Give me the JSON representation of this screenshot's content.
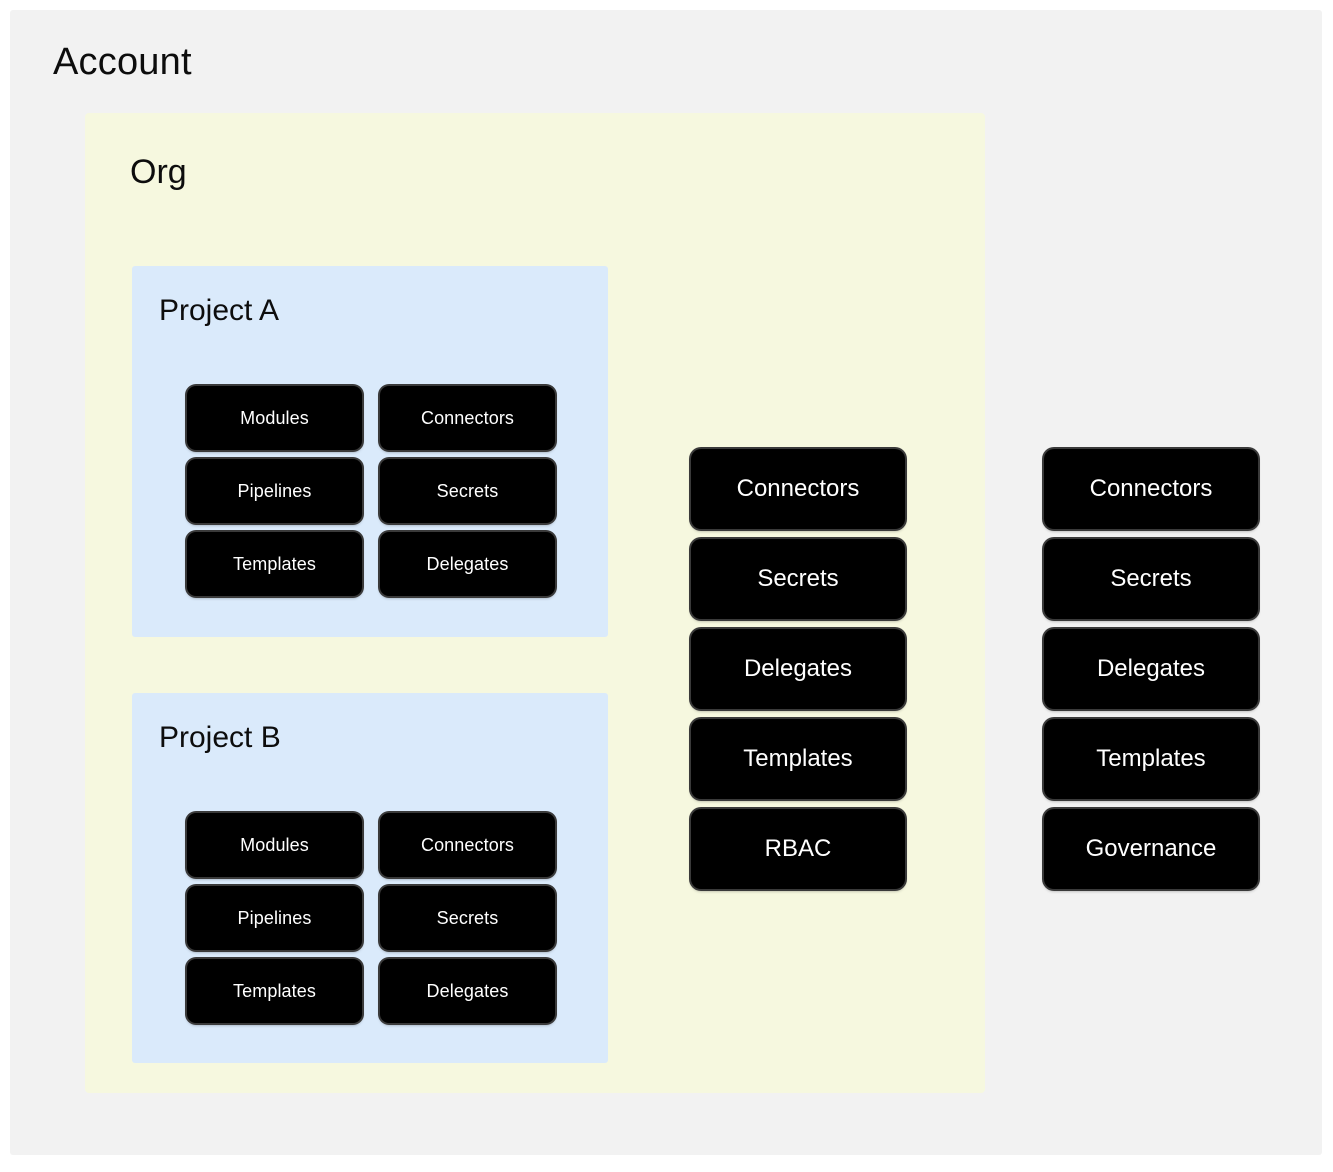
{
  "diagram": {
    "account": {
      "title": "Account",
      "background_color": "#f2f2f2"
    },
    "org": {
      "title": "Org",
      "background_color": "#f6f8df"
    },
    "projects": [
      {
        "title": "Project A",
        "background_color": "#daeafb",
        "items": [
          "Modules",
          "Connectors",
          "Pipelines",
          "Secrets",
          "Templates",
          "Delegates"
        ]
      },
      {
        "title": "Project B",
        "background_color": "#daeafb",
        "items": [
          "Modules",
          "Connectors",
          "Pipelines",
          "Secrets",
          "Templates",
          "Delegates"
        ]
      }
    ],
    "org_scope_items": [
      "Connectors",
      "Secrets",
      "Delegates",
      "Templates",
      "RBAC"
    ],
    "account_scope_items": [
      "Connectors",
      "Secrets",
      "Delegates",
      "Templates",
      "Governance"
    ],
    "chip_colors": {
      "background": "#000000",
      "text": "#ffffff",
      "border": "#3a3a3a"
    }
  }
}
